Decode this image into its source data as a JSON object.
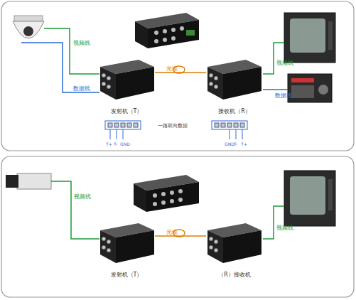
{
  "diagram": {
    "nodes": [
      {
        "text": [
          "发射机（T）"
        ]
      },
      {
        "text": [
          "接收机（R）"
        ]
      },
      {
        "text": [
          "发射机（T）"
        ]
      },
      {
        "text": [
          "（R）接收机"
        ]
      }
    ],
    "edges": [
      {
        "from": 0,
        "to": 1,
        "label": "光缆",
        "arrow": "none"
      },
      {
        "from": 2,
        "to": 3,
        "label": "光缆",
        "arrow": "none"
      }
    ],
    "labels": [
      "视频线",
      "数据线",
      "视频线",
      "数据线",
      "T+",
      "T-",
      "GND",
      "GND",
      "T-",
      "T+",
      "一路双向数据",
      "视频线",
      "视频线"
    ]
  }
}
